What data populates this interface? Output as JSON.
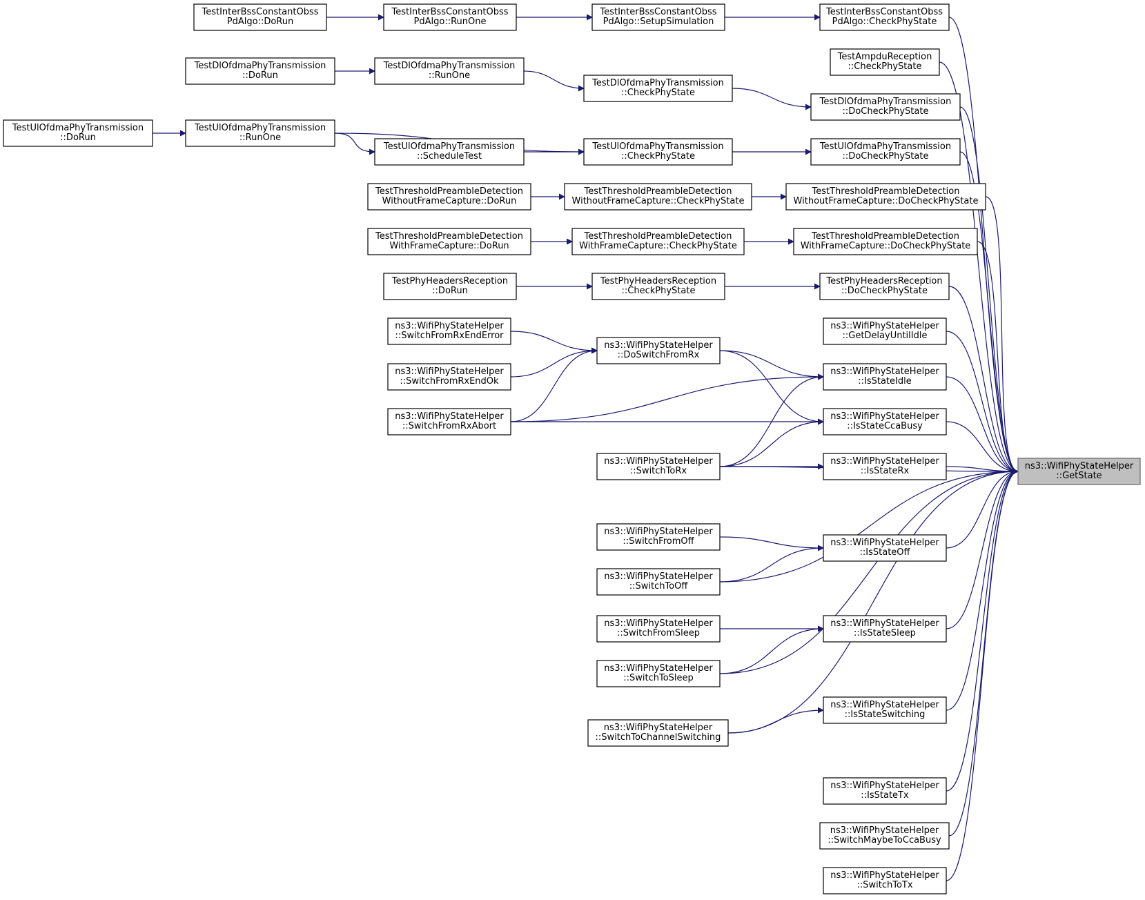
{
  "colors": {
    "edge": "#191970",
    "target_fill": "#bfbfbf",
    "node_fill": "#ffffff",
    "node_stroke": "#000000"
  },
  "nodes": [
    {
      "id": "getstate",
      "label": [
        "ns3::WifiPhyStateHelper",
        "::GetState"
      ],
      "highlight": true
    },
    {
      "id": "ib_check",
      "label": [
        "TestInterBssConstantObss",
        "PdAlgo::CheckPhyState"
      ]
    },
    {
      "id": "ib_setup",
      "label": [
        "TestInterBssConstantObss",
        "PdAlgo::SetupSimulation"
      ]
    },
    {
      "id": "ib_runone",
      "label": [
        "TestInterBssConstantObss",
        "PdAlgo::RunOne"
      ]
    },
    {
      "id": "ib_dorun",
      "label": [
        "TestInterBssConstantObss",
        "PdAlgo::DoRun"
      ]
    },
    {
      "id": "ampdu_check",
      "label": [
        "TestAmpduReception",
        "::CheckPhyState"
      ]
    },
    {
      "id": "dl_docheck",
      "label": [
        "TestDlOfdmaPhyTransmission",
        "::DoCheckPhyState"
      ]
    },
    {
      "id": "dl_check",
      "label": [
        "TestDlOfdmaPhyTransmission",
        "::CheckPhyState"
      ]
    },
    {
      "id": "dl_runone",
      "label": [
        "TestDlOfdmaPhyTransmission",
        "::RunOne"
      ]
    },
    {
      "id": "dl_dorun",
      "label": [
        "TestDlOfdmaPhyTransmission",
        "::DoRun"
      ]
    },
    {
      "id": "ul_docheck",
      "label": [
        "TestUlOfdmaPhyTransmission",
        "::DoCheckPhyState"
      ]
    },
    {
      "id": "ul_check",
      "label": [
        "TestUlOfdmaPhyTransmission",
        "::CheckPhyState"
      ]
    },
    {
      "id": "ul_sched",
      "label": [
        "TestUlOfdmaPhyTransmission",
        "::ScheduleTest"
      ]
    },
    {
      "id": "ul_runone",
      "label": [
        "TestUlOfdmaPhyTransmission",
        "::RunOne"
      ]
    },
    {
      "id": "ul_dorun",
      "label": [
        "TestUlOfdmaPhyTransmission",
        "::DoRun"
      ]
    },
    {
      "id": "tpwo_docheck",
      "label": [
        "TestThresholdPreambleDetection",
        "WithoutFrameCapture::DoCheckPhyState"
      ]
    },
    {
      "id": "tpwo_check",
      "label": [
        "TestThresholdPreambleDetection",
        "WithoutFrameCapture::CheckPhyState"
      ]
    },
    {
      "id": "tpwo_dorun",
      "label": [
        "TestThresholdPreambleDetection",
        "WithoutFrameCapture::DoRun"
      ]
    },
    {
      "id": "tpw_docheck",
      "label": [
        "TestThresholdPreambleDetection",
        "WithFrameCapture::DoCheckPhyState"
      ]
    },
    {
      "id": "tpw_check",
      "label": [
        "TestThresholdPreambleDetection",
        "WithFrameCapture::CheckPhyState"
      ]
    },
    {
      "id": "tpw_dorun",
      "label": [
        "TestThresholdPreambleDetection",
        "WithFrameCapture::DoRun"
      ]
    },
    {
      "id": "ph_docheck",
      "label": [
        "TestPhyHeadersReception",
        "::DoCheckPhyState"
      ]
    },
    {
      "id": "ph_check",
      "label": [
        "TestPhyHeadersReception",
        "::CheckPhyState"
      ]
    },
    {
      "id": "ph_dorun",
      "label": [
        "TestPhyHeadersReception",
        "::DoRun"
      ]
    },
    {
      "id": "getdelay",
      "label": [
        "ns3::WifiPhyStateHelper",
        "::GetDelayUntilIdle"
      ]
    },
    {
      "id": "isidle",
      "label": [
        "ns3::WifiPhyStateHelper",
        "::IsStateIdle"
      ]
    },
    {
      "id": "isccabusy",
      "label": [
        "ns3::WifiPhyStateHelper",
        "::IsStateCcaBusy"
      ]
    },
    {
      "id": "isrx",
      "label": [
        "ns3::WifiPhyStateHelper",
        "::IsStateRx"
      ]
    },
    {
      "id": "isoff",
      "label": [
        "ns3::WifiPhyStateHelper",
        "::IsStateOff"
      ]
    },
    {
      "id": "issleep",
      "label": [
        "ns3::WifiPhyStateHelper",
        "::IsStateSleep"
      ]
    },
    {
      "id": "isswitching",
      "label": [
        "ns3::WifiPhyStateHelper",
        "::IsStateSwitching"
      ]
    },
    {
      "id": "istx",
      "label": [
        "ns3::WifiPhyStateHelper",
        "::IsStateTx"
      ]
    },
    {
      "id": "maybecca",
      "label": [
        "ns3::WifiPhyStateHelper",
        "::SwitchMaybeToCcaBusy"
      ]
    },
    {
      "id": "switchtotx",
      "label": [
        "ns3::WifiPhyStateHelper",
        "::SwitchToTx"
      ]
    },
    {
      "id": "doswitchfromrx",
      "label": [
        "ns3::WifiPhyStateHelper",
        "::DoSwitchFromRx"
      ]
    },
    {
      "id": "switchtorx",
      "label": [
        "ns3::WifiPhyStateHelper",
        "::SwitchToRx"
      ]
    },
    {
      "id": "switchfromoff",
      "label": [
        "ns3::WifiPhyStateHelper",
        "::SwitchFromOff"
      ]
    },
    {
      "id": "switchtooff",
      "label": [
        "ns3::WifiPhyStateHelper",
        "::SwitchToOff"
      ]
    },
    {
      "id": "switchfromsleep",
      "label": [
        "ns3::WifiPhyStateHelper",
        "::SwitchFromSleep"
      ]
    },
    {
      "id": "switchtosleep",
      "label": [
        "ns3::WifiPhyStateHelper",
        "::SwitchToSleep"
      ]
    },
    {
      "id": "switchtochan",
      "label": [
        "ns3::WifiPhyStateHelper",
        "::SwitchToChannelSwitching"
      ]
    },
    {
      "id": "rxenderror",
      "label": [
        "ns3::WifiPhyStateHelper",
        "::SwitchFromRxEndError"
      ]
    },
    {
      "id": "rxendok",
      "label": [
        "ns3::WifiPhyStateHelper",
        "::SwitchFromRxEndOk"
      ]
    },
    {
      "id": "rxabort",
      "label": [
        "ns3::WifiPhyStateHelper",
        "::SwitchFromRxAbort"
      ]
    }
  ],
  "edges": [
    {
      "from": "ib_check",
      "to": "getstate"
    },
    {
      "from": "ampdu_check",
      "to": "getstate"
    },
    {
      "from": "dl_docheck",
      "to": "getstate"
    },
    {
      "from": "ul_docheck",
      "to": "getstate"
    },
    {
      "from": "tpwo_docheck",
      "to": "getstate"
    },
    {
      "from": "tpw_docheck",
      "to": "getstate"
    },
    {
      "from": "ph_docheck",
      "to": "getstate"
    },
    {
      "from": "getdelay",
      "to": "getstate"
    },
    {
      "from": "isidle",
      "to": "getstate"
    },
    {
      "from": "isccabusy",
      "to": "getstate"
    },
    {
      "from": "isrx",
      "to": "getstate"
    },
    {
      "from": "switchtorx",
      "to": "getstate"
    },
    {
      "from": "isoff",
      "to": "getstate"
    },
    {
      "from": "switchtooff",
      "to": "getstate"
    },
    {
      "from": "issleep",
      "to": "getstate"
    },
    {
      "from": "switchtosleep",
      "to": "getstate"
    },
    {
      "from": "isswitching",
      "to": "getstate"
    },
    {
      "from": "switchtochan",
      "to": "getstate"
    },
    {
      "from": "istx",
      "to": "getstate"
    },
    {
      "from": "maybecca",
      "to": "getstate"
    },
    {
      "from": "switchtotx",
      "to": "getstate"
    },
    {
      "from": "ib_dorun",
      "to": "ib_runone"
    },
    {
      "from": "ib_runone",
      "to": "ib_setup"
    },
    {
      "from": "ib_setup",
      "to": "ib_check"
    },
    {
      "from": "dl_dorun",
      "to": "dl_runone"
    },
    {
      "from": "dl_runone",
      "to": "dl_check"
    },
    {
      "from": "dl_check",
      "to": "dl_docheck"
    },
    {
      "from": "ul_dorun",
      "to": "ul_runone"
    },
    {
      "from": "ul_runone",
      "to": "ul_check"
    },
    {
      "from": "ul_runone",
      "to": "ul_sched"
    },
    {
      "from": "ul_sched",
      "to": "ul_check"
    },
    {
      "from": "ul_check",
      "to": "ul_docheck"
    },
    {
      "from": "tpwo_dorun",
      "to": "tpwo_check"
    },
    {
      "from": "tpwo_check",
      "to": "tpwo_docheck"
    },
    {
      "from": "tpw_dorun",
      "to": "tpw_check"
    },
    {
      "from": "tpw_check",
      "to": "tpw_docheck"
    },
    {
      "from": "ph_dorun",
      "to": "ph_check"
    },
    {
      "from": "ph_check",
      "to": "ph_docheck"
    },
    {
      "from": "rxenderror",
      "to": "doswitchfromrx"
    },
    {
      "from": "rxendok",
      "to": "doswitchfromrx"
    },
    {
      "from": "rxabort",
      "to": "doswitchfromrx"
    },
    {
      "from": "doswitchfromrx",
      "to": "isidle"
    },
    {
      "from": "doswitchfromrx",
      "to": "isccabusy"
    },
    {
      "from": "rxabort",
      "to": "isidle"
    },
    {
      "from": "rxabort",
      "to": "isccabusy"
    },
    {
      "from": "switchtorx",
      "to": "isidle"
    },
    {
      "from": "switchtorx",
      "to": "isccabusy"
    },
    {
      "from": "switchtorx",
      "to": "isrx"
    },
    {
      "from": "switchfromoff",
      "to": "isoff"
    },
    {
      "from": "switchtooff",
      "to": "isoff"
    },
    {
      "from": "switchfromsleep",
      "to": "issleep"
    },
    {
      "from": "switchtosleep",
      "to": "issleep"
    },
    {
      "from": "switchtochan",
      "to": "isswitching"
    }
  ]
}
